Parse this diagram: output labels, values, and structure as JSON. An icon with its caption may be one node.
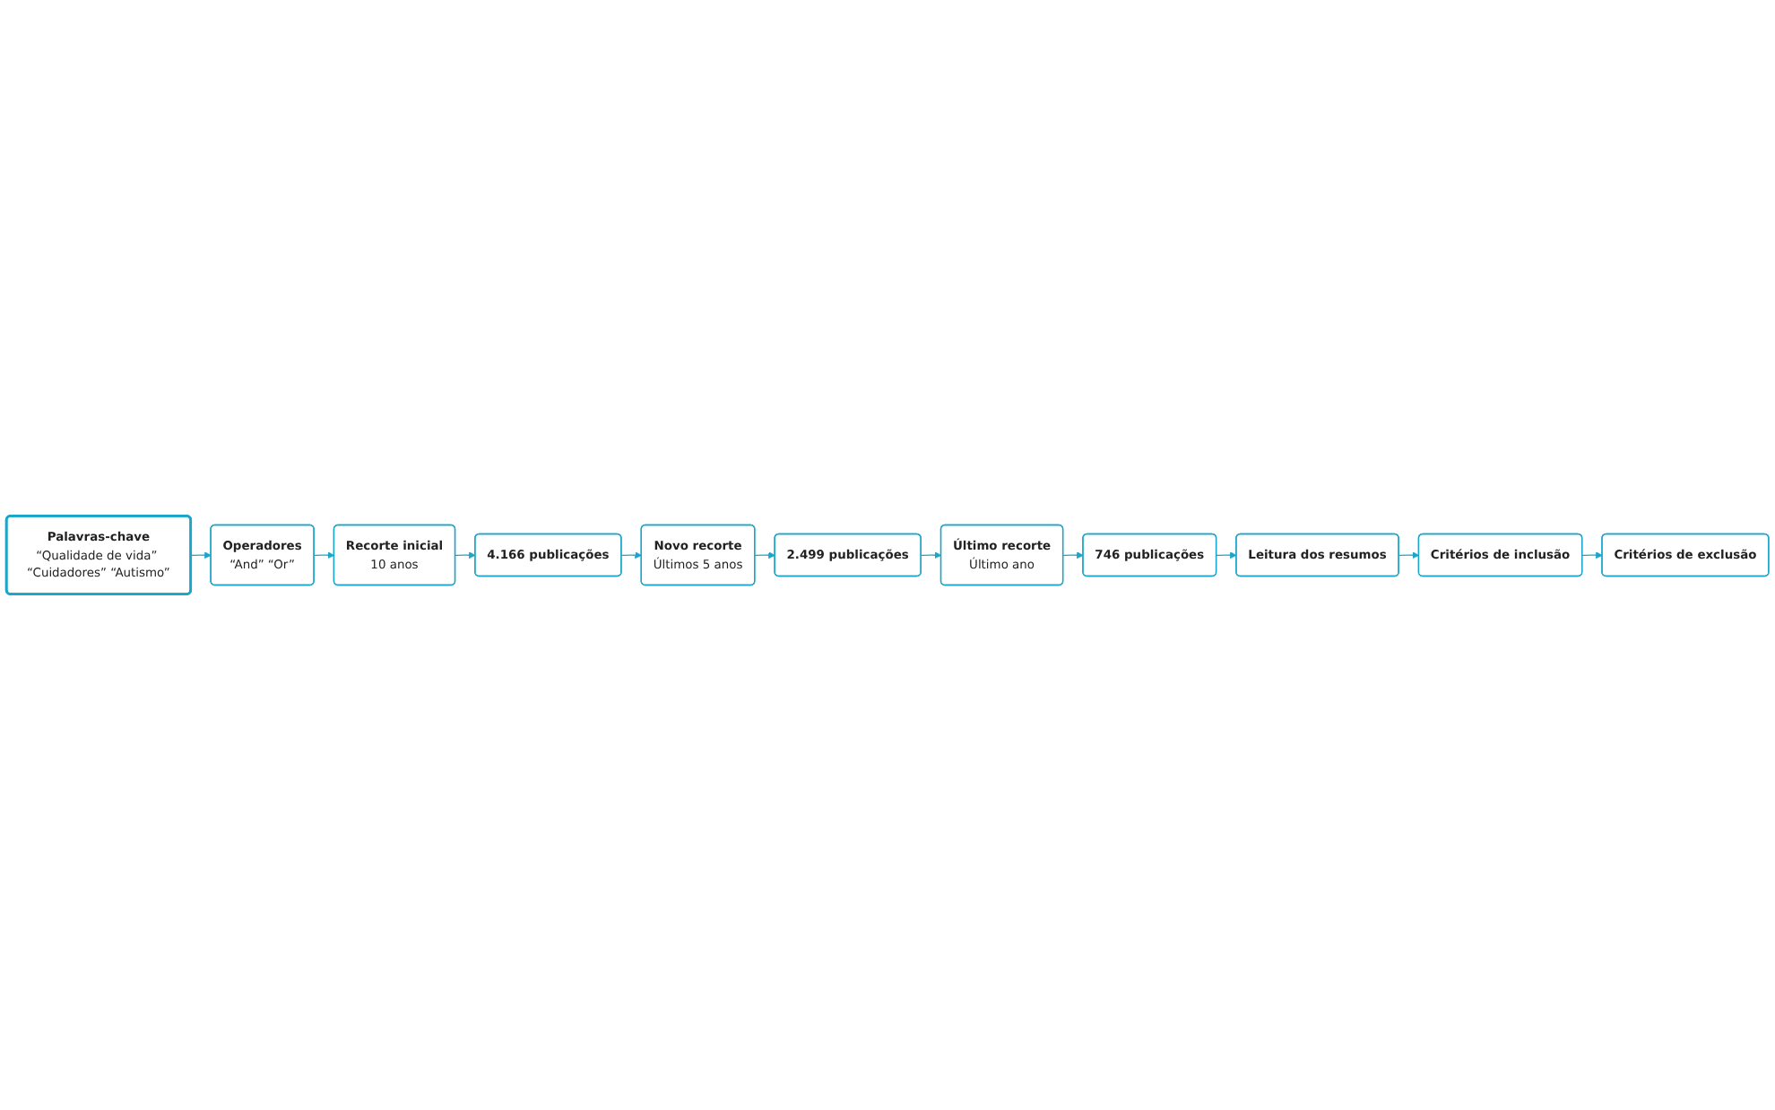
{
  "diagram": {
    "nodes": [
      {
        "text": [
          "Palavras-chave",
          "“Qualidade de vida” “Cuidadores” “Autismo”"
        ]
      },
      {
        "text": [
          "Operadores",
          "“And” “Or”"
        ]
      },
      {
        "text": [
          "Recorte inicial",
          "10 anos"
        ]
      },
      {
        "text": [
          "4.166 publicações"
        ]
      },
      {
        "text": [
          "Novo recorte",
          "Últimos 5 anos"
        ]
      },
      {
        "text": [
          "2.499 publicações"
        ]
      },
      {
        "text": [
          "Último recorte",
          "Último ano"
        ]
      },
      {
        "text": [
          "746 publicações"
        ]
      },
      {
        "text": [
          "Leitura dos resumos"
        ]
      },
      {
        "text": [
          "Critérios de inclusão"
        ]
      },
      {
        "text": [
          "Critérios de exclusão"
        ]
      }
    ],
    "edges": [
      {
        "from": 0,
        "to": 1,
        "arrow": "to"
      },
      {
        "from": 1,
        "to": 2,
        "arrow": "to"
      },
      {
        "from": 2,
        "to": 3,
        "arrow": "to"
      },
      {
        "from": 3,
        "to": 4,
        "arrow": "to"
      },
      {
        "from": 4,
        "to": 5,
        "arrow": "to"
      },
      {
        "from": 5,
        "to": 6,
        "arrow": "to"
      },
      {
        "from": 6,
        "to": 7,
        "arrow": "to"
      },
      {
        "from": 7,
        "to": 8,
        "arrow": "to"
      },
      {
        "from": 8,
        "to": 9,
        "arrow": "to"
      },
      {
        "from": 9,
        "to": 10,
        "arrow": "to"
      }
    ]
  }
}
